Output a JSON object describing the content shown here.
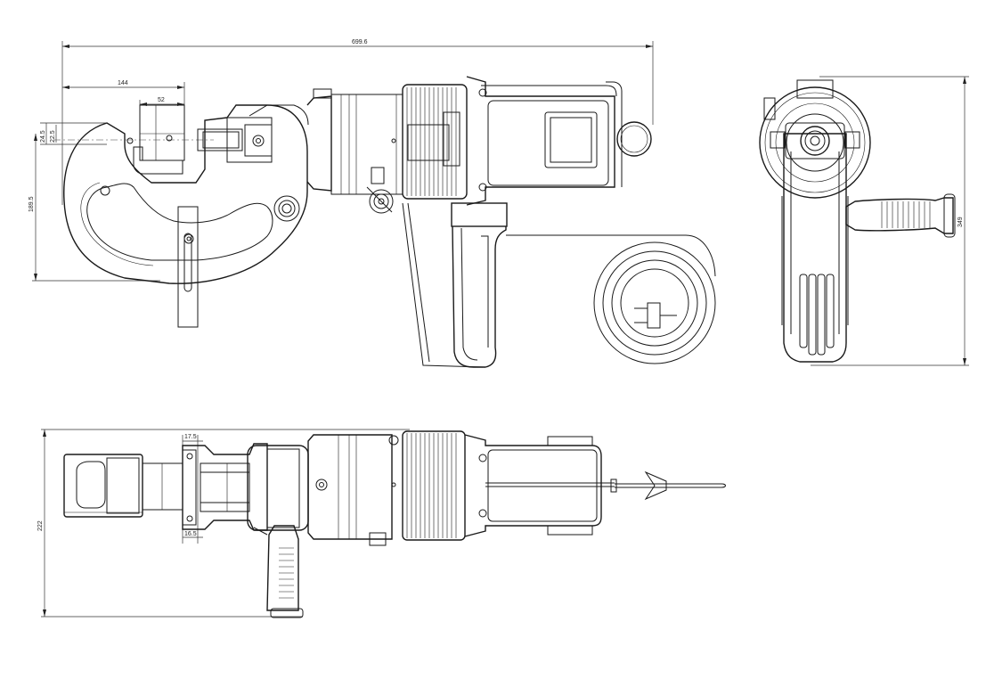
{
  "dimensions": {
    "overall_length": "699.6",
    "jaw_length": "144",
    "jaw_opening": "52",
    "jaw_depth_a": "24.5",
    "jaw_depth_b": "22.5",
    "front_height": "189.5",
    "total_height": "349",
    "top_width_a": "17.5",
    "top_width_b": "16.5",
    "total_width": "222"
  },
  "colors": {
    "line": "#1a1a1a",
    "background": "#ffffff"
  }
}
